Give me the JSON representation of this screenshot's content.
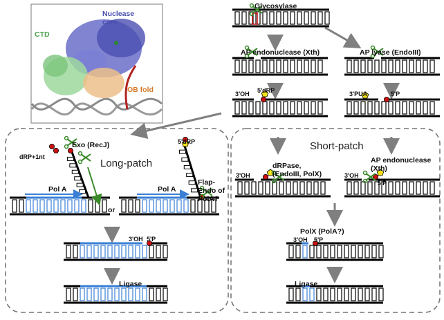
{
  "structure": {
    "nuclease_core": "Nuclease\ncore",
    "ctd": "CTD",
    "ob_fold": "OB fold",
    "colors": {
      "core": "#5a5fbf",
      "ctd": "#8fd08f",
      "ob": "#e9b878",
      "ob_strand": "#b22222"
    }
  },
  "top": {
    "glycosylase": "Glycosylase",
    "ap_endo_xth": "AP endonuclease (Xth)",
    "ap_lyase": "AP lyase (EndoIII)",
    "oh3": "3'OH",
    "drp5": "5'dRP",
    "pua3": "3'PUA",
    "p5": "5'P"
  },
  "long_patch": {
    "title": "Long-patch",
    "exo": "Exo (RecJ)",
    "drp1nt": "dRP+1nt",
    "drp5": "5'dRP",
    "flap": "Flap-\nEndo of\nPolA?",
    "pola1": "Pol A",
    "pola2": "Pol A",
    "or": "or",
    "oh3": "3'OH",
    "p5": "5'P",
    "ligase": "Ligase"
  },
  "short_patch": {
    "title": "Short-patch",
    "drpase": "dRPase,\n(EndoIII, PolX)",
    "ap_endo": "AP endonuclease\n(Xth)",
    "oh3_a": "3'OH",
    "oh3_b": "3'OH",
    "p5": "5'P",
    "polx": "PolX (PolA?)",
    "oh3_c": "3'OH",
    "p5_c": "5'P",
    "ligase": "Ligase"
  },
  "palette": {
    "dna": "#000000",
    "new_dna": "#3a7fd5",
    "arrow": "#7f7f7f",
    "red_end": "#cc1111",
    "yellow_pentagon": "#f2e21a",
    "scissors": "#3a8a2a"
  }
}
